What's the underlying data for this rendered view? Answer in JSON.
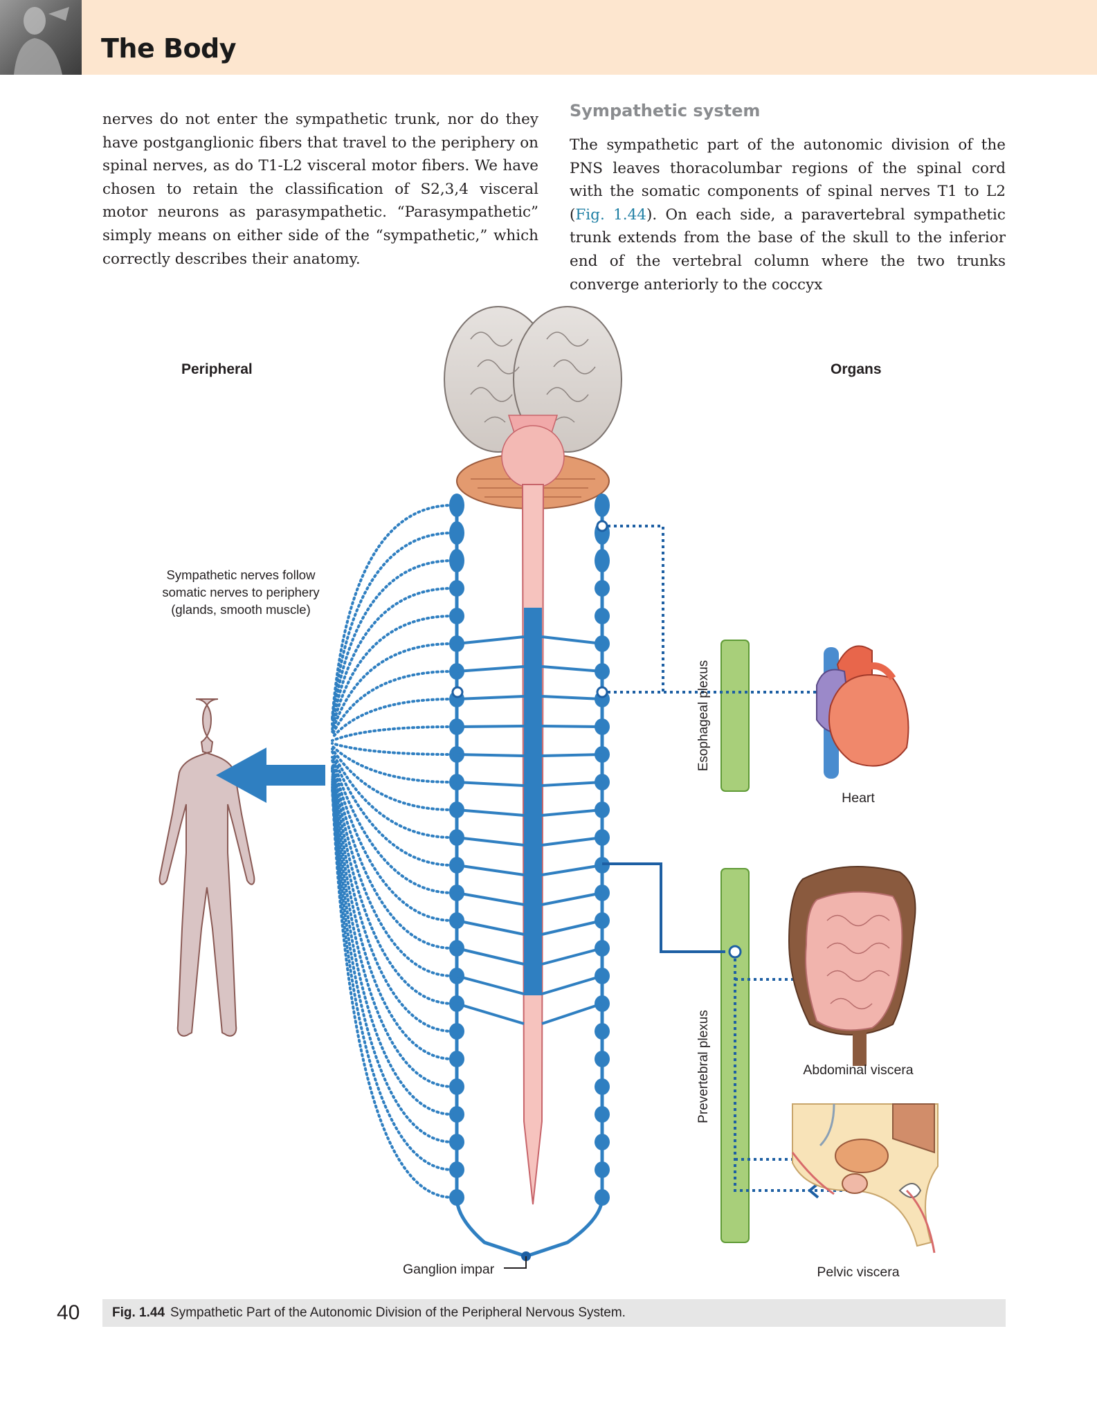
{
  "header": {
    "title": "The Body"
  },
  "left_column": {
    "text": "nerves do not enter the sympathetic trunk, nor do they have postganglionic fibers that travel to the periphery on spinal nerves, as do T1-L2 visceral motor fibers. We have chosen to retain the classification of S2,3,4 visceral motor neurons as parasympathetic. “Parasympathetic” simply means on either side of the “sympathetic,” which correctly describes their anatomy."
  },
  "right_column": {
    "heading": "Sympathetic system",
    "text_before_ref": "The sympathetic part of the autonomic division of the PNS leaves thoracolumbar regions of the spinal cord with the somatic components of spinal nerves T1 to L2 (",
    "fig_ref": "Fig. 1.44",
    "text_after_ref": "). On each side, a paravertebral sympathetic trunk extends from the base of the skull to the inferior end of the vertebral column where the two trunks converge anteriorly to the coccyx"
  },
  "figure": {
    "label_peripheral": "Peripheral",
    "label_organs": "Organs",
    "label_periphery_note_1": "Sympathetic nerves follow",
    "label_periphery_note_2": "somatic nerves to periphery",
    "label_periphery_note_3": "(glands, smooth muscle)",
    "label_esophageal_plexus": "Esophageal plexus",
    "label_prevertebral_plexus": "Prevertebral plexus",
    "label_heart": "Heart",
    "label_abdominal": "Abdominal viscera",
    "label_pelvic": "Pelvic viscera",
    "label_ganglion_impar": "Ganglion impar",
    "colors": {
      "nerve_blue": "#2f7fc1",
      "dark_blue": "#1d5fa3",
      "plexus_green": "#a8cf7a",
      "cord_pink": "#f6c3be",
      "body_mauve": "#d9c4c4"
    }
  },
  "footer": {
    "page_number": "40",
    "caption_fig": "Fig. 1.44",
    "caption_text": "Sympathetic Part of the Autonomic Division of the Peripheral Nervous System."
  }
}
